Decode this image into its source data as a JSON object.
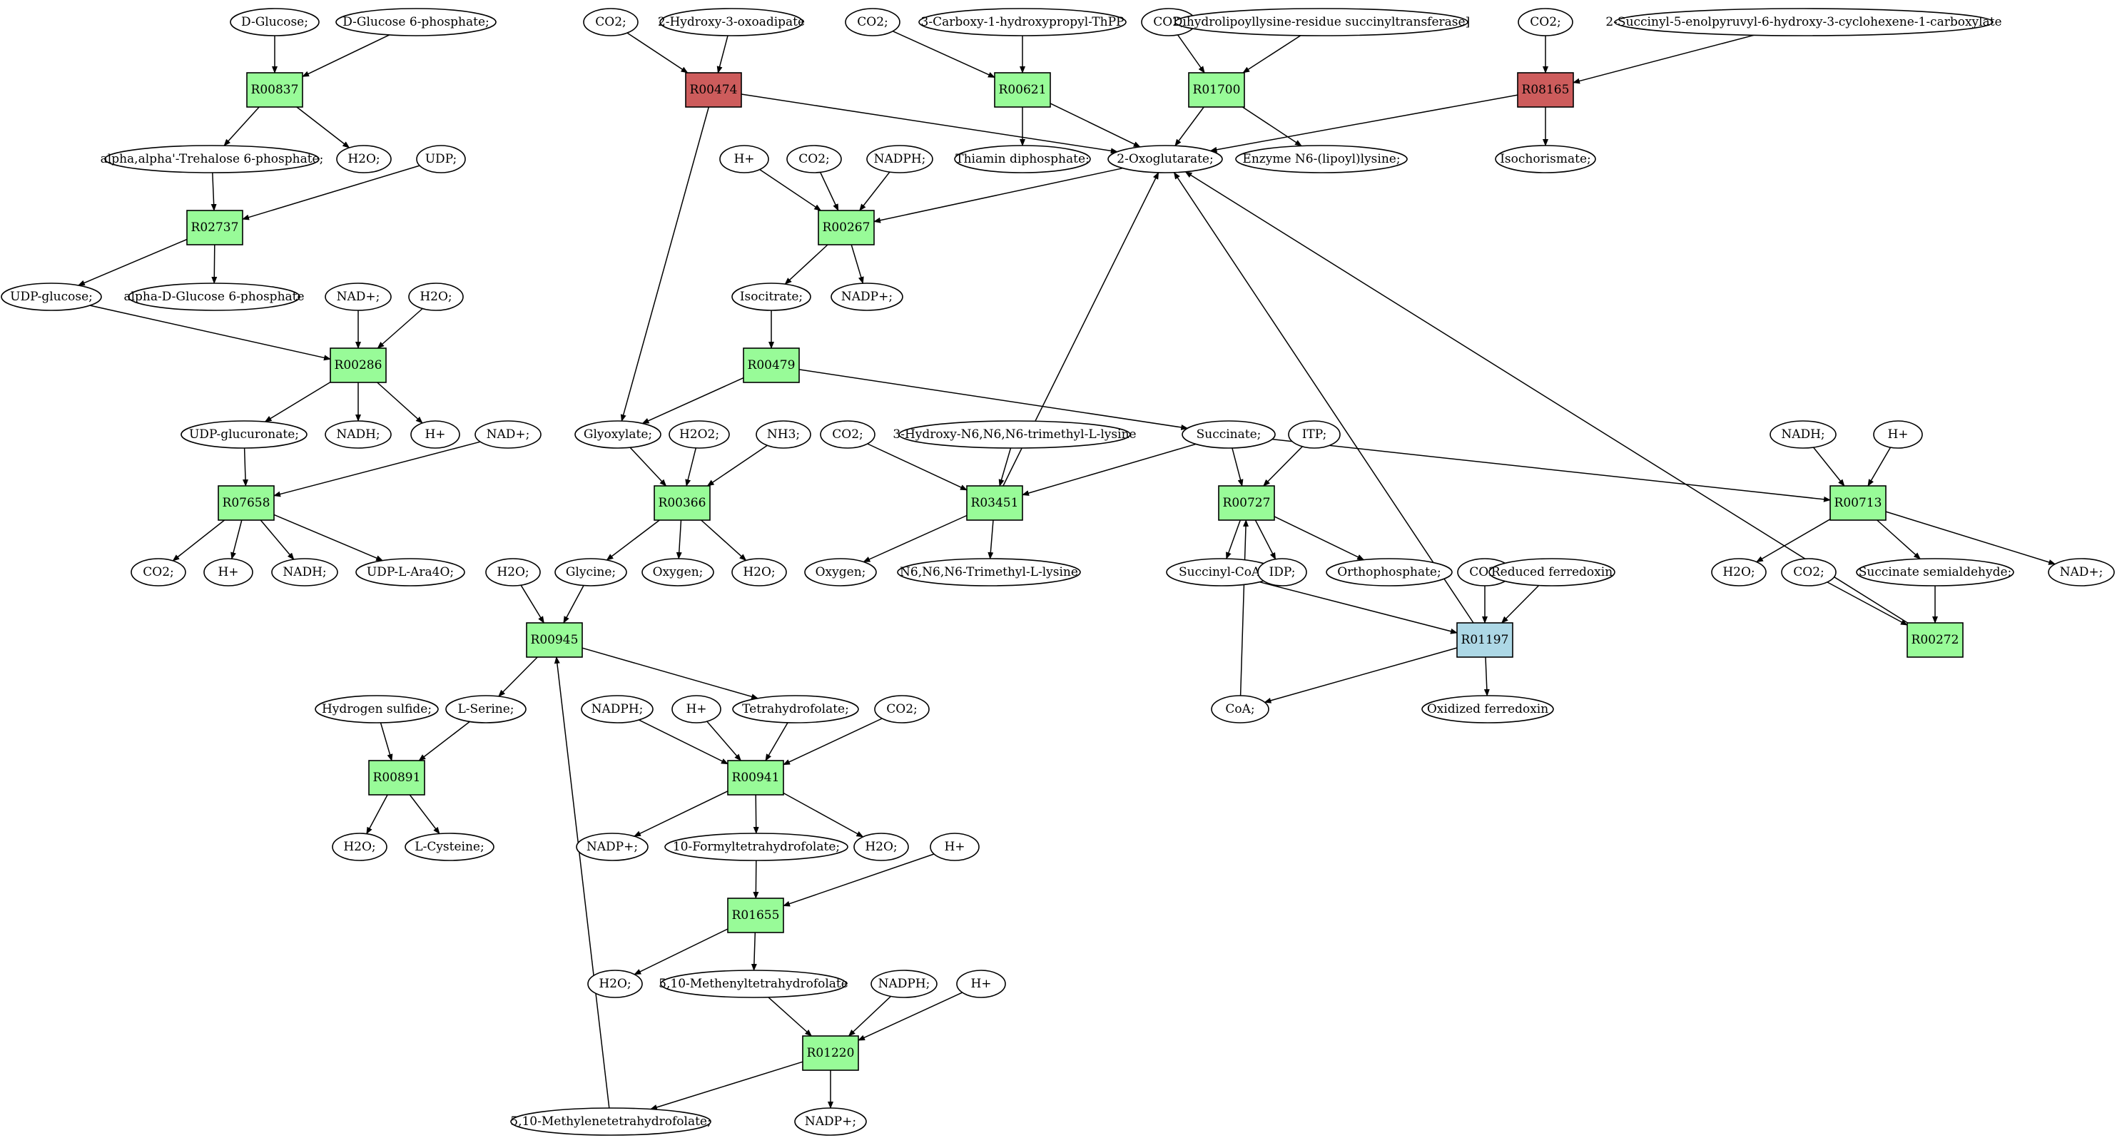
{
  "colors": {
    "reaction": "#98fb98",
    "reaction_key": "#cd5c5c",
    "reaction_alt": "#add8e6",
    "start_compound": "#00ee00",
    "target_compound": "#ffff00",
    "compound": "#ffffff"
  },
  "reactions": [
    {
      "id": "r00837",
      "label": "R00837",
      "type": "reaction"
    },
    {
      "id": "r02737",
      "label": "R02737",
      "type": "reaction"
    },
    {
      "id": "r00286",
      "label": "R00286",
      "type": "reaction"
    },
    {
      "id": "r07658",
      "label": "R07658",
      "type": "reaction"
    },
    {
      "id": "r00474",
      "label": "R00474",
      "type": "reaction_key"
    },
    {
      "id": "r00621",
      "label": "R00621",
      "type": "reaction"
    },
    {
      "id": "r01700",
      "label": "R01700",
      "type": "reaction"
    },
    {
      "id": "r08165",
      "label": "R08165",
      "type": "reaction_key"
    },
    {
      "id": "r00267",
      "label": "R00267",
      "type": "reaction"
    },
    {
      "id": "r00479",
      "label": "R00479",
      "type": "reaction"
    },
    {
      "id": "r00366",
      "label": "R00366",
      "type": "reaction"
    },
    {
      "id": "r03451",
      "label": "R03451",
      "type": "reaction"
    },
    {
      "id": "r00727",
      "label": "R00727",
      "type": "reaction"
    },
    {
      "id": "r00713",
      "label": "R00713",
      "type": "reaction"
    },
    {
      "id": "r01197",
      "label": "R01197",
      "type": "reaction_alt"
    },
    {
      "id": "r00272",
      "label": "R00272",
      "type": "reaction"
    },
    {
      "id": "r00945",
      "label": "R00945",
      "type": "reaction"
    },
    {
      "id": "r00891",
      "label": "R00891",
      "type": "reaction"
    },
    {
      "id": "r00941",
      "label": "R00941",
      "type": "reaction"
    },
    {
      "id": "r01655",
      "label": "R01655",
      "type": "reaction"
    },
    {
      "id": "r01220",
      "label": "R01220",
      "type": "reaction"
    }
  ],
  "compounds": [
    {
      "id": "c_dglucose",
      "label": "D-Glucose;",
      "type": "start_compound"
    },
    {
      "id": "c_dg6p",
      "label": "D-Glucose 6-phosphate;"
    },
    {
      "id": "c_trehalose6p",
      "label": "alpha,alpha'-Trehalose 6-phosphate;"
    },
    {
      "id": "c_h2o_1",
      "label": "H2O;"
    },
    {
      "id": "c_udp",
      "label": "UDP;"
    },
    {
      "id": "c_udpglucose",
      "label": "UDP-glucose;"
    },
    {
      "id": "c_adg6p",
      "label": "alpha-D-Glucose 6-phosphate"
    },
    {
      "id": "c_nad_1",
      "label": "NAD+;"
    },
    {
      "id": "c_h2o_2",
      "label": "H2O;"
    },
    {
      "id": "c_udpglucuronate",
      "label": "UDP-glucuronate;"
    },
    {
      "id": "c_nadh_1",
      "label": "NADH;"
    },
    {
      "id": "c_hplus_1",
      "label": "H+"
    },
    {
      "id": "c_nad_2",
      "label": "NAD+;"
    },
    {
      "id": "c_co2_1",
      "label": "CO2;"
    },
    {
      "id": "c_hplus_2",
      "label": "H+"
    },
    {
      "id": "c_nadh_2",
      "label": "NADH;"
    },
    {
      "id": "c_udpara4o",
      "label": "UDP-L-Ara4O;"
    },
    {
      "id": "c_co2_2",
      "label": "CO2;"
    },
    {
      "id": "c_hydroxyoxoadipate",
      "label": "2-Hydroxy-3-oxoadipate"
    },
    {
      "id": "c_co2_3",
      "label": "CO2;"
    },
    {
      "id": "c_carboxyhydroxypropyl",
      "label": "3-Carboxy-1-hydroxypropyl-ThPP"
    },
    {
      "id": "c_co2_4",
      "label": "CO2;"
    },
    {
      "id": "c_dihydrolipoyllysine",
      "label": "Dihydrolipoyllysine-residue succinyltransferase]"
    },
    {
      "id": "c_co2_5",
      "label": "CO2;"
    },
    {
      "id": "c_succinylenolpyruvyl",
      "label": "2-Succinyl-5-enolpyruvyl-6-hydroxy-3-cyclohexene-1-carboxylate"
    },
    {
      "id": "c_thiamindp",
      "label": "Thiamin diphosphate;"
    },
    {
      "id": "c_oxoglutarate",
      "label": "2-Oxoglutarate;"
    },
    {
      "id": "c_lipoyllysine",
      "label": "Enzyme N6-(lipoyl)lysine;"
    },
    {
      "id": "c_isochorismate",
      "label": "Isochorismate;"
    },
    {
      "id": "c_hplus_3",
      "label": "H+"
    },
    {
      "id": "c_co2_6",
      "label": "CO2;"
    },
    {
      "id": "c_nadph_1",
      "label": "NADPH;"
    },
    {
      "id": "c_isocitrate",
      "label": "Isocitrate;"
    },
    {
      "id": "c_nadp_1",
      "label": "NADP+;"
    },
    {
      "id": "c_glyoxylate",
      "label": "Glyoxylate;"
    },
    {
      "id": "c_h2o2",
      "label": "H2O2;"
    },
    {
      "id": "c_nh3",
      "label": "NH3;"
    },
    {
      "id": "c_co2_7",
      "label": "CO2;"
    },
    {
      "id": "c_hydroxytrimethyllysine",
      "label": "3-Hydroxy-N6,N6,N6-trimethyl-L-lysine"
    },
    {
      "id": "c_succinate",
      "label": "Succinate;"
    },
    {
      "id": "c_itp",
      "label": "ITP;"
    },
    {
      "id": "c_nadh_3",
      "label": "NADH;"
    },
    {
      "id": "c_hplus_4",
      "label": "H+"
    },
    {
      "id": "c_h2o_3",
      "label": "H2O;"
    },
    {
      "id": "c_glycine",
      "label": "Glycine;"
    },
    {
      "id": "c_oxygen_1",
      "label": "Oxygen;"
    },
    {
      "id": "c_h2o_4",
      "label": "H2O;"
    },
    {
      "id": "c_oxygen_2",
      "label": "Oxygen;"
    },
    {
      "id": "c_trimethyllysine",
      "label": "N6,N6,N6-Trimethyl-L-lysine"
    },
    {
      "id": "c_succinylcoa",
      "label": "Succinyl-CoA;"
    },
    {
      "id": "c_idp",
      "label": "IDP;"
    },
    {
      "id": "c_orthophosphate",
      "label": "Orthophosphate;"
    },
    {
      "id": "c_co2_8",
      "label": "CO2;"
    },
    {
      "id": "c_redferredoxin",
      "label": "Reduced ferredoxin"
    },
    {
      "id": "c_h2o_5",
      "label": "H2O;"
    },
    {
      "id": "c_co2_9",
      "label": "CO2;"
    },
    {
      "id": "c_succinatesemialdehyde",
      "label": "Succinate semialdehyde;"
    },
    {
      "id": "c_nad_3",
      "label": "NAD+;"
    },
    {
      "id": "c_hydrogensulfide",
      "label": "Hydrogen sulfide;"
    },
    {
      "id": "c_lserine",
      "label": "L-Serine;"
    },
    {
      "id": "c_nadph_2",
      "label": "NADPH;"
    },
    {
      "id": "c_hplus_5",
      "label": "H+"
    },
    {
      "id": "c_thf",
      "label": "Tetrahydrofolate;"
    },
    {
      "id": "c_co2_10",
      "label": "CO2;"
    },
    {
      "id": "c_coa",
      "label": "CoA;"
    },
    {
      "id": "c_oxferredoxin",
      "label": "Oxidized ferredoxin"
    },
    {
      "id": "c_h2o_6",
      "label": "H2O;"
    },
    {
      "id": "c_lcysteine",
      "label": "L-Cysteine;",
      "type": "target_compound"
    },
    {
      "id": "c_nadp_2",
      "label": "NADP+;"
    },
    {
      "id": "c_formylthf",
      "label": "10-Formyltetrahydrofolate;"
    },
    {
      "id": "c_h2o_7",
      "label": "H2O;"
    },
    {
      "id": "c_hplus_6",
      "label": "H+"
    },
    {
      "id": "c_h2o_8",
      "label": "H2O;"
    },
    {
      "id": "c_methenylthf",
      "label": "5,10-Methenyltetrahydrofolate"
    },
    {
      "id": "c_nadph_3",
      "label": "NADPH;"
    },
    {
      "id": "c_hplus_7",
      "label": "H+"
    },
    {
      "id": "c_methylenethf",
      "label": "5,10-Methylenetetrahydrofolate;"
    },
    {
      "id": "c_nadp_3",
      "label": "NADP+;"
    }
  ],
  "edges": [
    [
      "c_dglucose",
      "r00837"
    ],
    [
      "c_dg6p",
      "r00837"
    ],
    [
      "r00837",
      "c_trehalose6p"
    ],
    [
      "r00837",
      "c_h2o_1"
    ],
    [
      "c_trehalose6p",
      "r02737"
    ],
    [
      "c_udp",
      "r02737"
    ],
    [
      "r02737",
      "c_udpglucose"
    ],
    [
      "r02737",
      "c_adg6p"
    ],
    [
      "c_udpglucose",
      "r00286"
    ],
    [
      "c_nad_1",
      "r00286"
    ],
    [
      "c_h2o_2",
      "r00286"
    ],
    [
      "r00286",
      "c_udpglucuronate"
    ],
    [
      "r00286",
      "c_nadh_1"
    ],
    [
      "r00286",
      "c_hplus_1"
    ],
    [
      "c_udpglucuronate",
      "r07658"
    ],
    [
      "c_nad_2",
      "r07658"
    ],
    [
      "r07658",
      "c_co2_1"
    ],
    [
      "r07658",
      "c_hplus_2"
    ],
    [
      "r07658",
      "c_nadh_2"
    ],
    [
      "r07658",
      "c_udpara4o"
    ],
    [
      "c_co2_2",
      "r00474"
    ],
    [
      "c_hydroxyoxoadipate",
      "r00474"
    ],
    [
      "r00474",
      "c_oxoglutarate"
    ],
    [
      "r00474",
      "c_glyoxylate"
    ],
    [
      "c_co2_3",
      "r00621"
    ],
    [
      "c_carboxyhydroxypropyl",
      "r00621"
    ],
    [
      "r00621",
      "c_thiamindp"
    ],
    [
      "r00621",
      "c_oxoglutarate"
    ],
    [
      "c_co2_4",
      "r01700"
    ],
    [
      "c_dihydrolipoyllysine",
      "r01700"
    ],
    [
      "r01700",
      "c_oxoglutarate"
    ],
    [
      "r01700",
      "c_lipoyllysine"
    ],
    [
      "c_co2_5",
      "r08165"
    ],
    [
      "c_succinylenolpyruvyl",
      "r08165"
    ],
    [
      "r08165",
      "c_oxoglutarate"
    ],
    [
      "r08165",
      "c_isochorismate"
    ],
    [
      "c_oxoglutarate",
      "r00267"
    ],
    [
      "c_hplus_3",
      "r00267"
    ],
    [
      "c_co2_6",
      "r00267"
    ],
    [
      "c_nadph_1",
      "r00267"
    ],
    [
      "r00267",
      "c_isocitrate"
    ],
    [
      "r00267",
      "c_nadp_1"
    ],
    [
      "c_isocitrate",
      "r00479"
    ],
    [
      "r00479",
      "c_glyoxylate"
    ],
    [
      "r00479",
      "c_succinate"
    ],
    [
      "c_glyoxylate",
      "r00366"
    ],
    [
      "c_h2o2",
      "r00366"
    ],
    [
      "c_nh3",
      "r00366"
    ],
    [
      "r00366",
      "c_glycine"
    ],
    [
      "r00366",
      "c_oxygen_1"
    ],
    [
      "r00366",
      "c_h2o_4"
    ],
    [
      "c_co2_7",
      "r03451"
    ],
    [
      "c_hydroxytrimethyllysine",
      "r03451"
    ],
    [
      "c_succinate",
      "r03451"
    ],
    [
      "r03451",
      "c_oxygen_2"
    ],
    [
      "r03451",
      "c_trimethyllysine"
    ],
    [
      "r03451",
      "c_oxoglutarate"
    ],
    [
      "c_succinate",
      "r00727"
    ],
    [
      "c_itp",
      "r00727"
    ],
    [
      "c_coa",
      "r00727"
    ],
    [
      "r00727",
      "c_succinylcoa"
    ],
    [
      "r00727",
      "c_idp"
    ],
    [
      "r00727",
      "c_orthophosphate"
    ],
    [
      "c_succinate",
      "r00713"
    ],
    [
      "c_nadh_3",
      "r00713"
    ],
    [
      "c_hplus_4",
      "r00713"
    ],
    [
      "r00713",
      "c_h2o_5"
    ],
    [
      "r00713",
      "c_succinatesemialdehyde"
    ],
    [
      "r00713",
      "c_nad_3"
    ],
    [
      "c_succinylcoa",
      "r01197"
    ],
    [
      "c_co2_8",
      "r01197"
    ],
    [
      "c_redferredoxin",
      "r01197"
    ],
    [
      "r01197",
      "c_coa"
    ],
    [
      "r01197",
      "c_oxferredoxin"
    ],
    [
      "r01197",
      "c_oxoglutarate"
    ],
    [
      "c_co2_9",
      "r00272"
    ],
    [
      "c_succinatesemialdehyde",
      "r00272"
    ],
    [
      "r00272",
      "c_oxoglutarate"
    ],
    [
      "c_h2o_3",
      "r00945"
    ],
    [
      "c_glycine",
      "r00945"
    ],
    [
      "c_methylenethf",
      "r00945"
    ],
    [
      "r00945",
      "c_lserine"
    ],
    [
      "r00945",
      "c_thf"
    ],
    [
      "c_hydrogensulfide",
      "r00891"
    ],
    [
      "c_lserine",
      "r00891"
    ],
    [
      "r00891",
      "c_h2o_6"
    ],
    [
      "r00891",
      "c_lcysteine"
    ],
    [
      "c_nadph_2",
      "r00941"
    ],
    [
      "c_hplus_5",
      "r00941"
    ],
    [
      "c_thf",
      "r00941"
    ],
    [
      "c_co2_10",
      "r00941"
    ],
    [
      "r00941",
      "c_nadp_2"
    ],
    [
      "r00941",
      "c_formylthf"
    ],
    [
      "r00941",
      "c_h2o_7"
    ],
    [
      "c_formylthf",
      "r01655"
    ],
    [
      "c_hplus_6",
      "r01655"
    ],
    [
      "r01655",
      "c_h2o_8"
    ],
    [
      "r01655",
      "c_methenylthf"
    ],
    [
      "c_methenylthf",
      "r01220"
    ],
    [
      "c_nadph_3",
      "r01220"
    ],
    [
      "c_hplus_7",
      "r01220"
    ],
    [
      "r01220",
      "c_methylenethf"
    ],
    [
      "r01220",
      "c_nadp_3"
    ]
  ]
}
